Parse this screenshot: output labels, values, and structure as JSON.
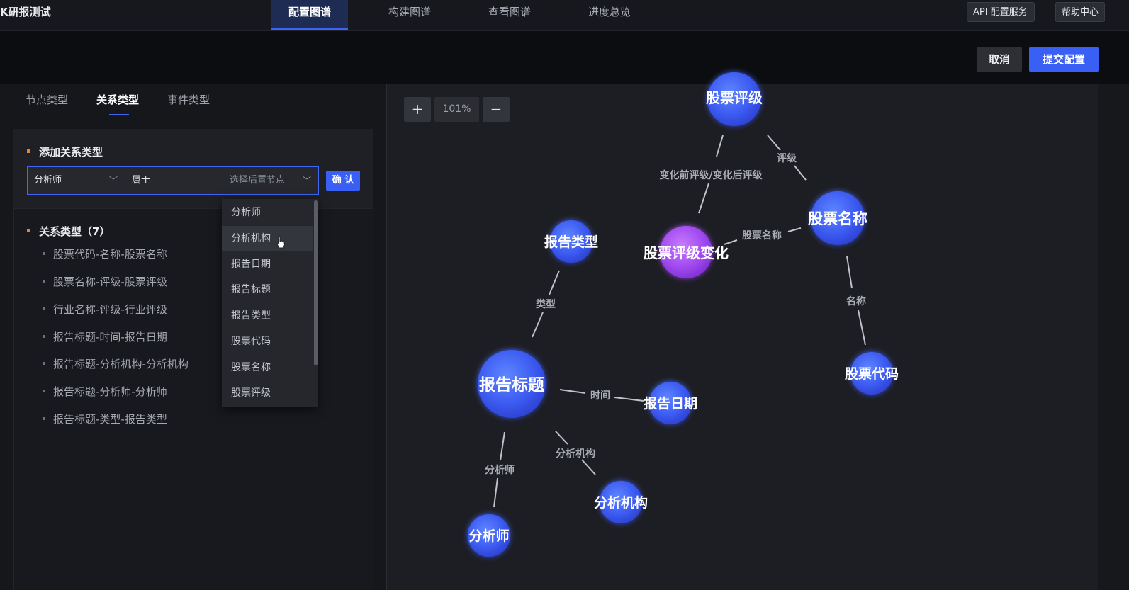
{
  "app": {
    "title": "K研报测试",
    "tabs": [
      "配置图谱",
      "构建图谱",
      "查看图谱",
      "进度总览"
    ],
    "active_tab": "配置图谱",
    "api_button": "API 配置服务",
    "help_button": "帮助中心"
  },
  "actions": {
    "cancel": "取消",
    "submit": "提交配置"
  },
  "left": {
    "sub_tabs": [
      "节点类型",
      "关系类型",
      "事件类型"
    ],
    "active_sub_tab": "关系类型",
    "add_title": "添加关系类型",
    "form": {
      "source_node": "分析师",
      "relation": "属于",
      "target_placeholder": "选择后置节点",
      "confirm": "确 认"
    },
    "list_title": "关系类型（7）",
    "relations": [
      "股票代码-名称-股票名称",
      "股票名称-评级-股票评级",
      "行业名称-评级-行业评级",
      "报告标题-时间-报告日期",
      "报告标题-分析机构-分析机构",
      "报告标题-分析师-分析师",
      "报告标题-类型-报告类型"
    ],
    "dropdown_options": [
      "分析师",
      "分析机构",
      "报告日期",
      "报告标题",
      "报告类型",
      "股票代码",
      "股票名称",
      "股票评级"
    ],
    "dropdown_hovered": "分析机构"
  },
  "graph": {
    "zoom_in": "+",
    "zoom_level": "101%",
    "zoom_out": "−",
    "nodes": {
      "rating": "股票评级",
      "stock_name": "股票名称",
      "rating_change": "股票评级变化",
      "report_type": "报告类型",
      "report_title": "报告标题",
      "report_date": "报告日期",
      "stock_code": "股票代码",
      "institution": "分析机构",
      "analyst": "分析师"
    },
    "edges": {
      "before_after": "变化前评级/变化后评级",
      "grade": "评级",
      "stock_name": "股票名称",
      "name": "名称",
      "type": "类型",
      "time": "时间",
      "institution": "分析机构",
      "analyst": "分析师"
    },
    "colors": {
      "node_blue": "#3d5cf2",
      "node_purple": "#a24bf0",
      "accent": "#3a5ff5"
    }
  }
}
